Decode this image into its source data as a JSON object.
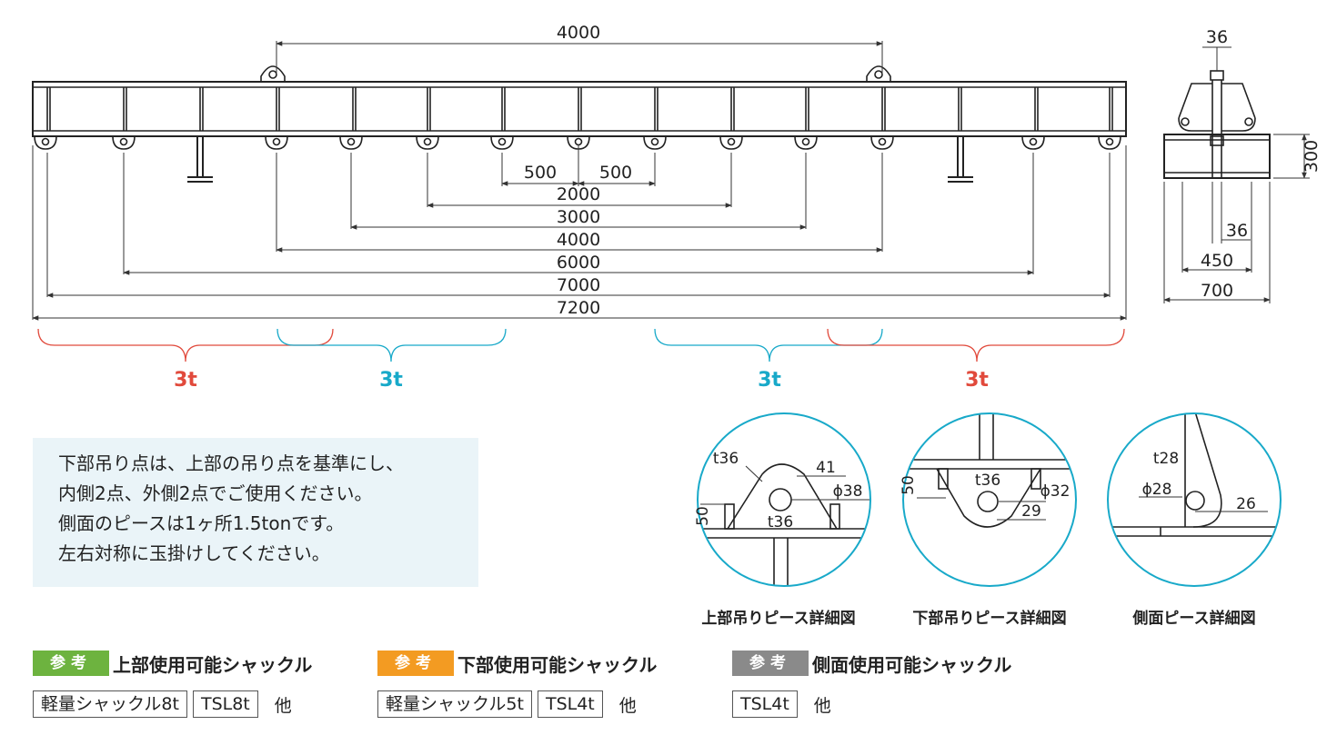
{
  "colors": {
    "red": "#e14a3c",
    "blue": "#18a9c9",
    "ref_green": "#6db33f",
    "ref_orange": "#f39b22",
    "ref_gray": "#8a8a8a",
    "note_bg": "#eaf4f8"
  },
  "main_view": {
    "top_span": "4000",
    "inner_dims": [
      "500",
      "500",
      "2000",
      "3000",
      "4000",
      "6000",
      "7000",
      "7200"
    ]
  },
  "side_view": {
    "top": "36",
    "height": "300",
    "inner": "36",
    "mid": "450",
    "width": "700"
  },
  "loads": [
    "3t",
    "3t",
    "3t",
    "3t"
  ],
  "details": [
    {
      "caption": "上部吊りピース詳細図",
      "labels": [
        "t36",
        "41",
        "ϕ38",
        "50",
        "t36"
      ]
    },
    {
      "caption": "下部吊りピース詳細図",
      "labels": [
        "50",
        "t36",
        "ϕ32",
        "29"
      ]
    },
    {
      "caption": "側面ピース詳細図",
      "labels": [
        "t28",
        "ϕ28",
        "26"
      ]
    }
  ],
  "note": {
    "lines": [
      "下部吊り点は、上部の吊り点を基準にし、",
      "内側2点、外側2点でご使用ください。",
      "側面のピースは1ヶ所1.5tonです。",
      "左右対称に玉掛けしてください。"
    ]
  },
  "refs": [
    {
      "tag": "参考",
      "title": "上部使用可能シャックル",
      "items": [
        "軽量シャックル8t",
        "TSL8t"
      ],
      "etc": "他"
    },
    {
      "tag": "参考",
      "title": "下部使用可能シャックル",
      "items": [
        "軽量シャックル5t",
        "TSL4t"
      ],
      "etc": "他"
    },
    {
      "tag": "参考",
      "title": "側面使用可能シャックル",
      "items": [
        "TSL4t"
      ],
      "etc": "他"
    }
  ]
}
